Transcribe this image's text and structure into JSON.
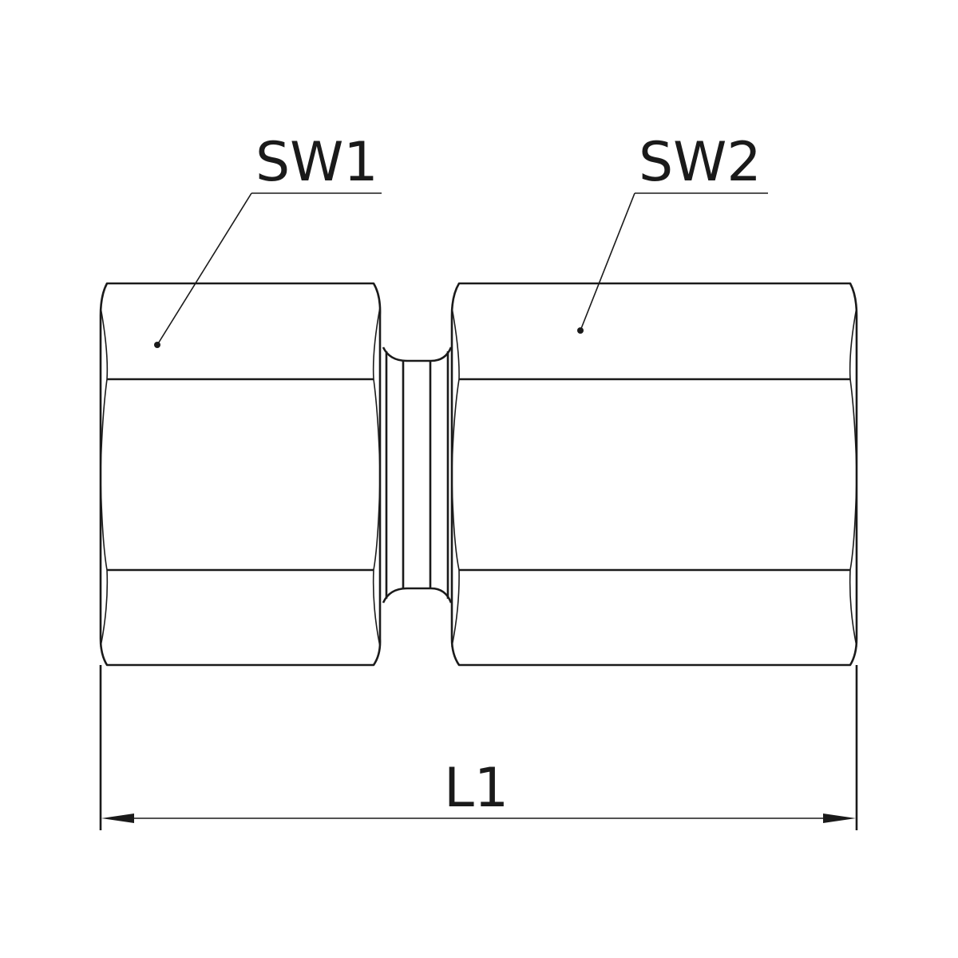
{
  "labels": {
    "sw1": "SW1",
    "sw2": "SW2",
    "l1": "L1"
  },
  "colors": {
    "line": "#1a1a1a",
    "background": "#ffffff"
  }
}
